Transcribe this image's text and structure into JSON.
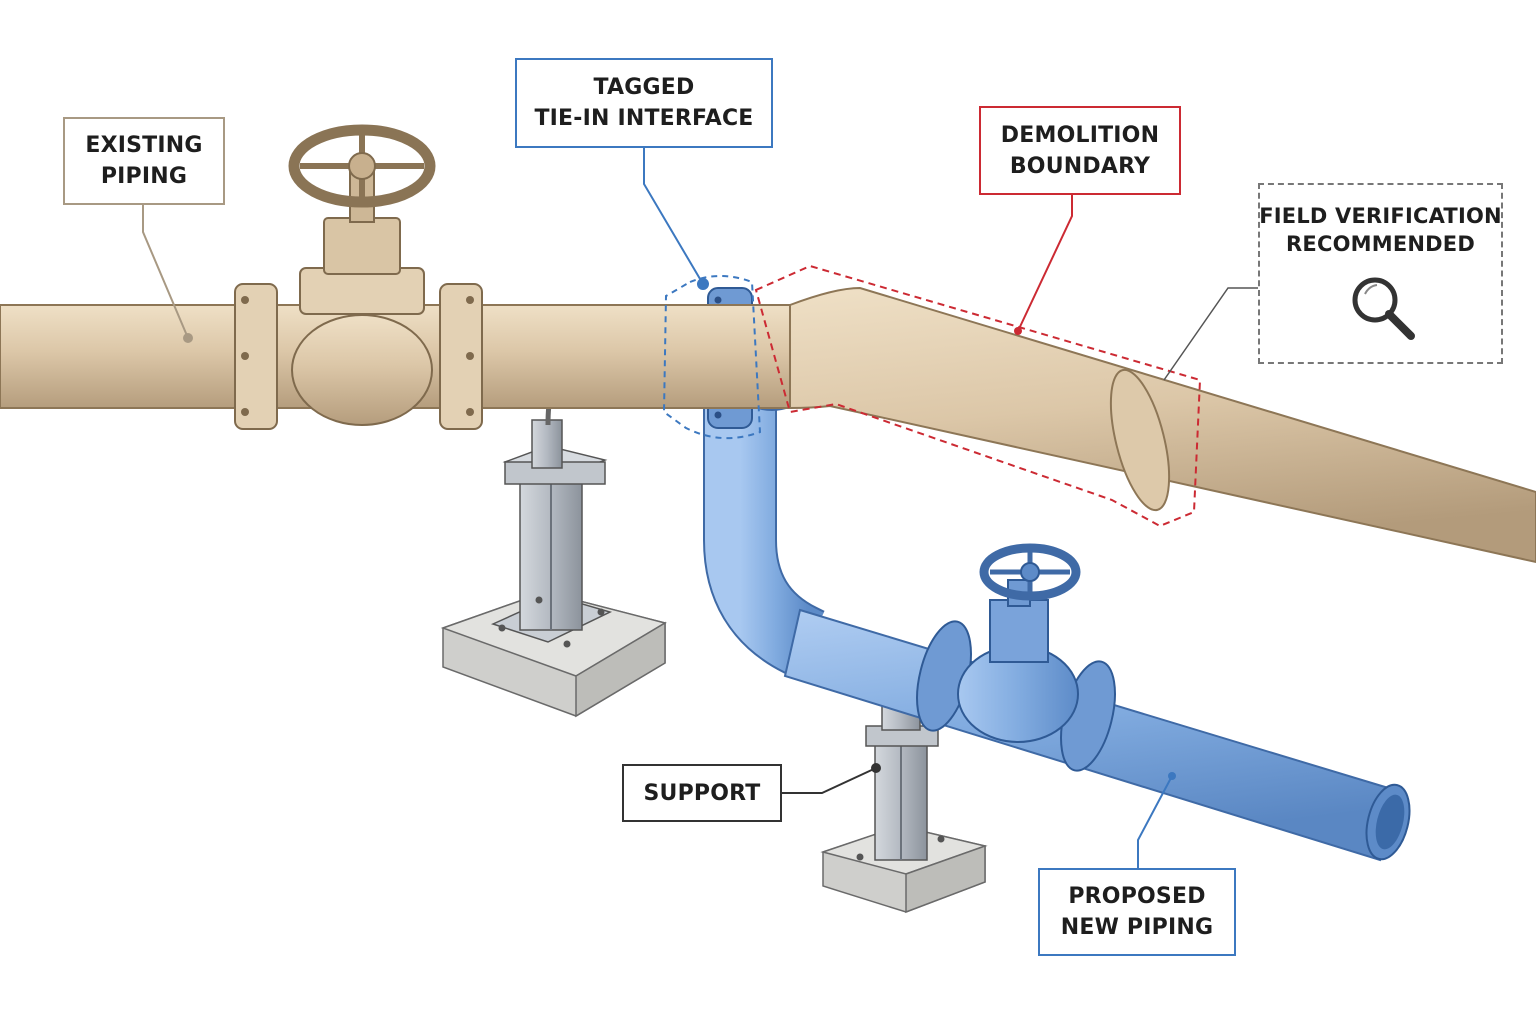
{
  "labels": {
    "existing_piping": [
      "EXISTING",
      "PIPING"
    ],
    "tagged_tie_in": [
      "TAGGED",
      "TIE-IN INTERFACE"
    ],
    "demolition_boundary": [
      "DEMOLITION",
      "BOUNDARY"
    ],
    "field_verification": [
      "FIELD VERIFICATION",
      "RECOMMENDED"
    ],
    "support": "SUPPORT",
    "proposed_piping": [
      "PROPOSED",
      "NEW PIPING"
    ]
  },
  "icons": {
    "field_verification": "magnifier-icon"
  },
  "colors": {
    "existing_pipe": "#dcc7a8",
    "proposed_pipe": "#82ace0",
    "tie_in_outline": "#3c78c0",
    "demolition_outline": "#cc2a33",
    "field_verification_border": "#777777",
    "support_steel": "#b3b9c1",
    "concrete": "#d6d6d3"
  }
}
